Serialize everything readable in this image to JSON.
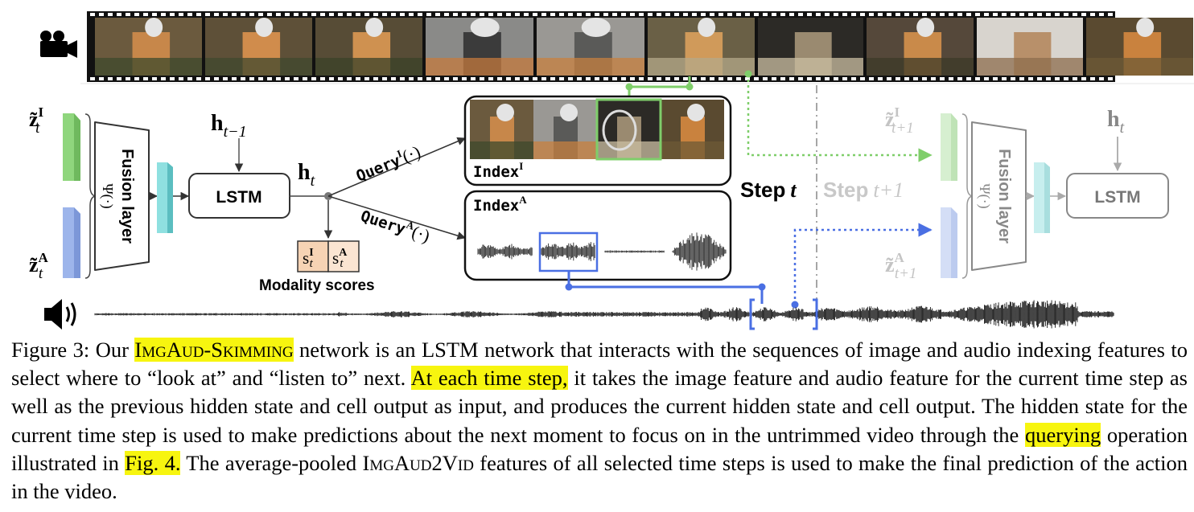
{
  "figure": {
    "labels": {
      "z_img": "z̃",
      "z_img_sup": "I",
      "z_aud_sup": "A",
      "z_sub": "t",
      "z_next_sub": "t+1",
      "fusion": "Fusion layer",
      "psi": "Ψ(·)",
      "lstm": "LSTM",
      "h_prev": "h",
      "h_prev_sub": "t−1",
      "h_t": "h",
      "h_t_sub": "t",
      "query_img": "Query",
      "query_img_sup": "I",
      "query_aud": "Query",
      "query_aud_sup": "A",
      "query_arg": "(·)",
      "index_img": "Index",
      "index_img_sup": "I",
      "index_aud": "Index",
      "index_aud_sup": "A",
      "score_s": "s",
      "modality_scores": "Modality scores",
      "step_t": "Step",
      "step_t_var": "t",
      "step_next": "Step",
      "step_next_var": "t+1"
    },
    "icons": [
      "movie-camera-icon",
      "speaker-icon"
    ],
    "colors": {
      "image_green": "#7fce6a",
      "audio_blue": "#4a6fe3",
      "fused_cyan": "#6fd4d6",
      "score_orange": "#f6d3b4",
      "faded_gray": "#bcbcbc"
    }
  },
  "caption": {
    "prefix": "Figure 3: Our ",
    "model_name": "ImgAud-Skimming",
    "p1": " network is an LSTM network that interacts with the sequences of image and audio indexing features to select where to “look at” and “listen to” next. ",
    "hl_step": "At each time step,",
    "p2": " it takes the image feature and audio feature for the current time step as well as the previous hidden state and cell output as input, and produces the current hidden state and cell output. The hidden state for the current time step is used to make predictions about the next moment to focus on in the untrimmed video through the ",
    "hl_query": "querying",
    "p3": " operation illustrated in ",
    "hl_fig": "Fig. 4.",
    "p4": " The average-pooled ",
    "feat_name": "ImgAud2Vid",
    "p5": " features of all selected time steps is used to make the final prediction of the action in the video."
  }
}
